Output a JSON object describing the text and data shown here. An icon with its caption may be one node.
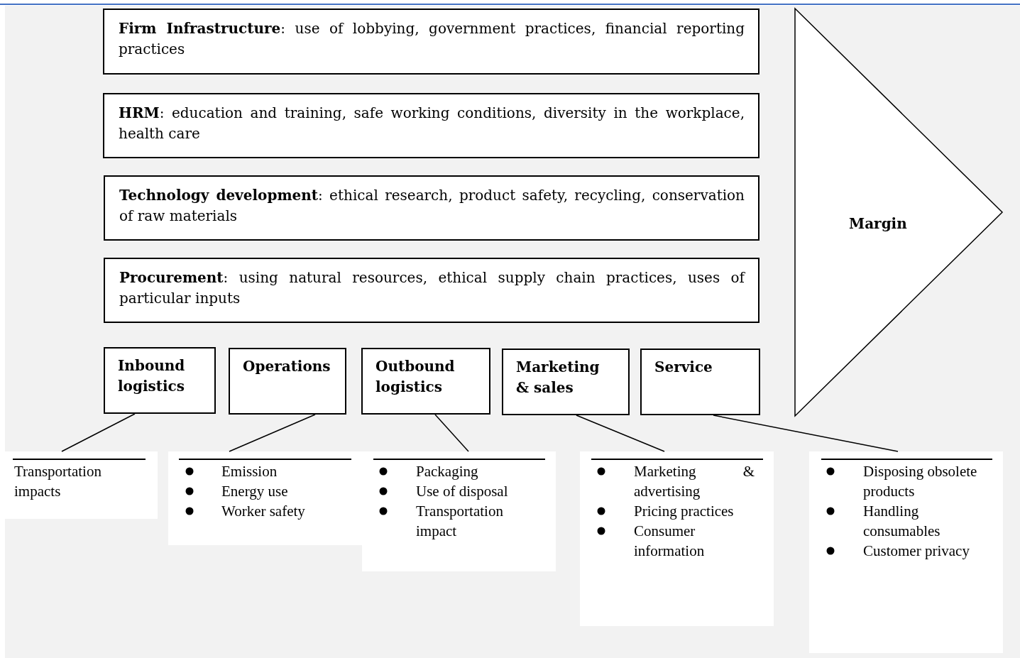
{
  "diagram": {
    "nodes": [
      {
        "text": [
          "**Firm Infrastructure**: use of lobbying, government practices, financial reporting practices"
        ]
      },
      {
        "text": [
          "**HRM**: education and training, safe working conditions, diversity in the workplace, health care"
        ]
      },
      {
        "text": [
          "**Technology development**: ethical research, product safety, recycling, conservation of raw materials"
        ]
      },
      {
        "text": [
          "**Procurement**: using natural resources, ethical supply chain practices, uses of particular inputs"
        ]
      },
      {
        "text": [
          "Margin"
        ]
      },
      {
        "text": [
          "Inbound logistics"
        ]
      },
      {
        "text": [
          "Operations"
        ]
      },
      {
        "text": [
          "Outbound logistics"
        ]
      },
      {
        "text": [
          "Marketing & sales"
        ]
      },
      {
        "text": [
          "Service"
        ]
      },
      {
        "text": [
          "Transportation impacts"
        ]
      },
      {
        "text": [
          "Emission",
          "Energy use",
          "Worker safety"
        ]
      },
      {
        "text": [
          "Packaging",
          "Use of disposal",
          "Transportation impact"
        ]
      },
      {
        "text": [
          "Marketing & advertising",
          "Pricing practices",
          "Consumer information"
        ]
      },
      {
        "text": [
          "Disposing obsolete products",
          "Handling consumables",
          "Customer privacy"
        ]
      }
    ],
    "edges": [
      {
        "from": 5,
        "to": 10,
        "arrow": "none"
      },
      {
        "from": 6,
        "to": 11,
        "arrow": "none"
      },
      {
        "from": 7,
        "to": 12,
        "arrow": "none"
      },
      {
        "from": 8,
        "to": 13,
        "arrow": "none"
      },
      {
        "from": 9,
        "to": 14,
        "arrow": "none"
      }
    ]
  }
}
